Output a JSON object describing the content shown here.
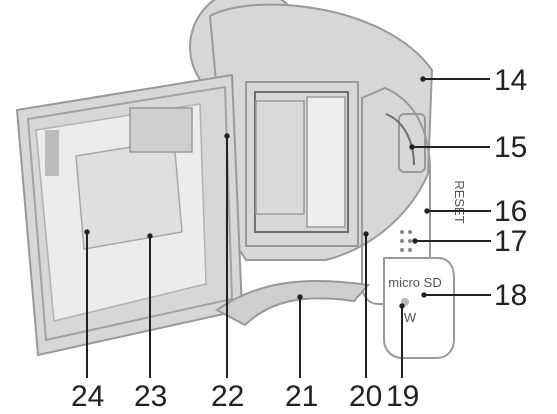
{
  "labels": {
    "l14": "14",
    "l15": "15",
    "l16": "16",
    "l17": "17",
    "l18": "18",
    "l19": "19",
    "l20": "20",
    "l21": "21",
    "l22": "22",
    "l23": "23",
    "l24": "24"
  },
  "printed": {
    "micro_sd": "micro SD",
    "slot_label": "RESET"
  },
  "colors": {
    "line": "#222222",
    "body_fill": "#d7d7d7",
    "body_outline": "#9a9a9a"
  }
}
